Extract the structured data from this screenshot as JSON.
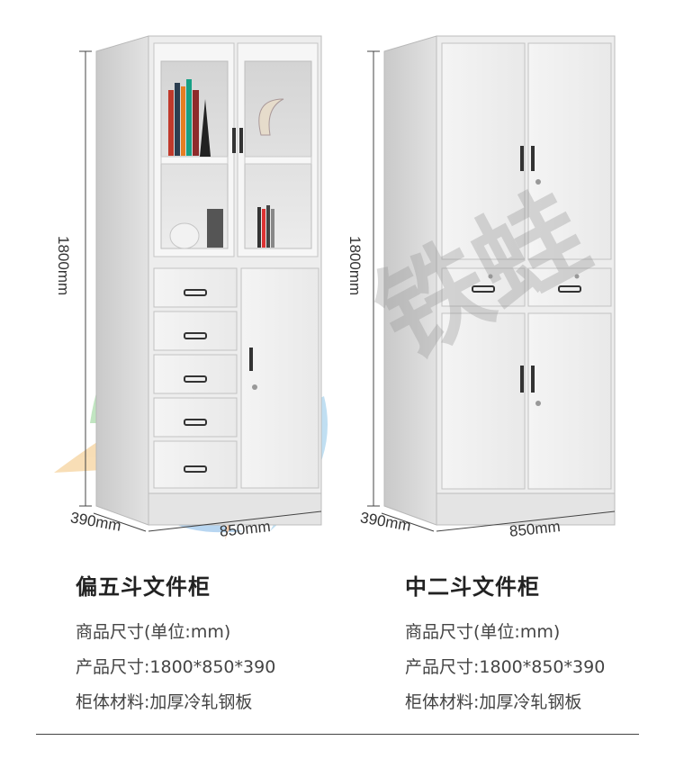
{
  "watermark": "铁蛙",
  "dimensions": {
    "height": "1800mm",
    "depth": "390mm",
    "width": "850mm"
  },
  "products": [
    {
      "title": "偏五斗文件柜",
      "size_unit": "商品尺寸(单位:mm)",
      "size": "产品尺寸:1800*850*390",
      "material": "柜体材料:加厚冷轧钢板"
    },
    {
      "title": "中二斗文件柜",
      "size_unit": "商品尺寸(单位:mm)",
      "size": "产品尺寸:1800*850*390",
      "material": "柜体材料:加厚冷轧钢板"
    }
  ]
}
